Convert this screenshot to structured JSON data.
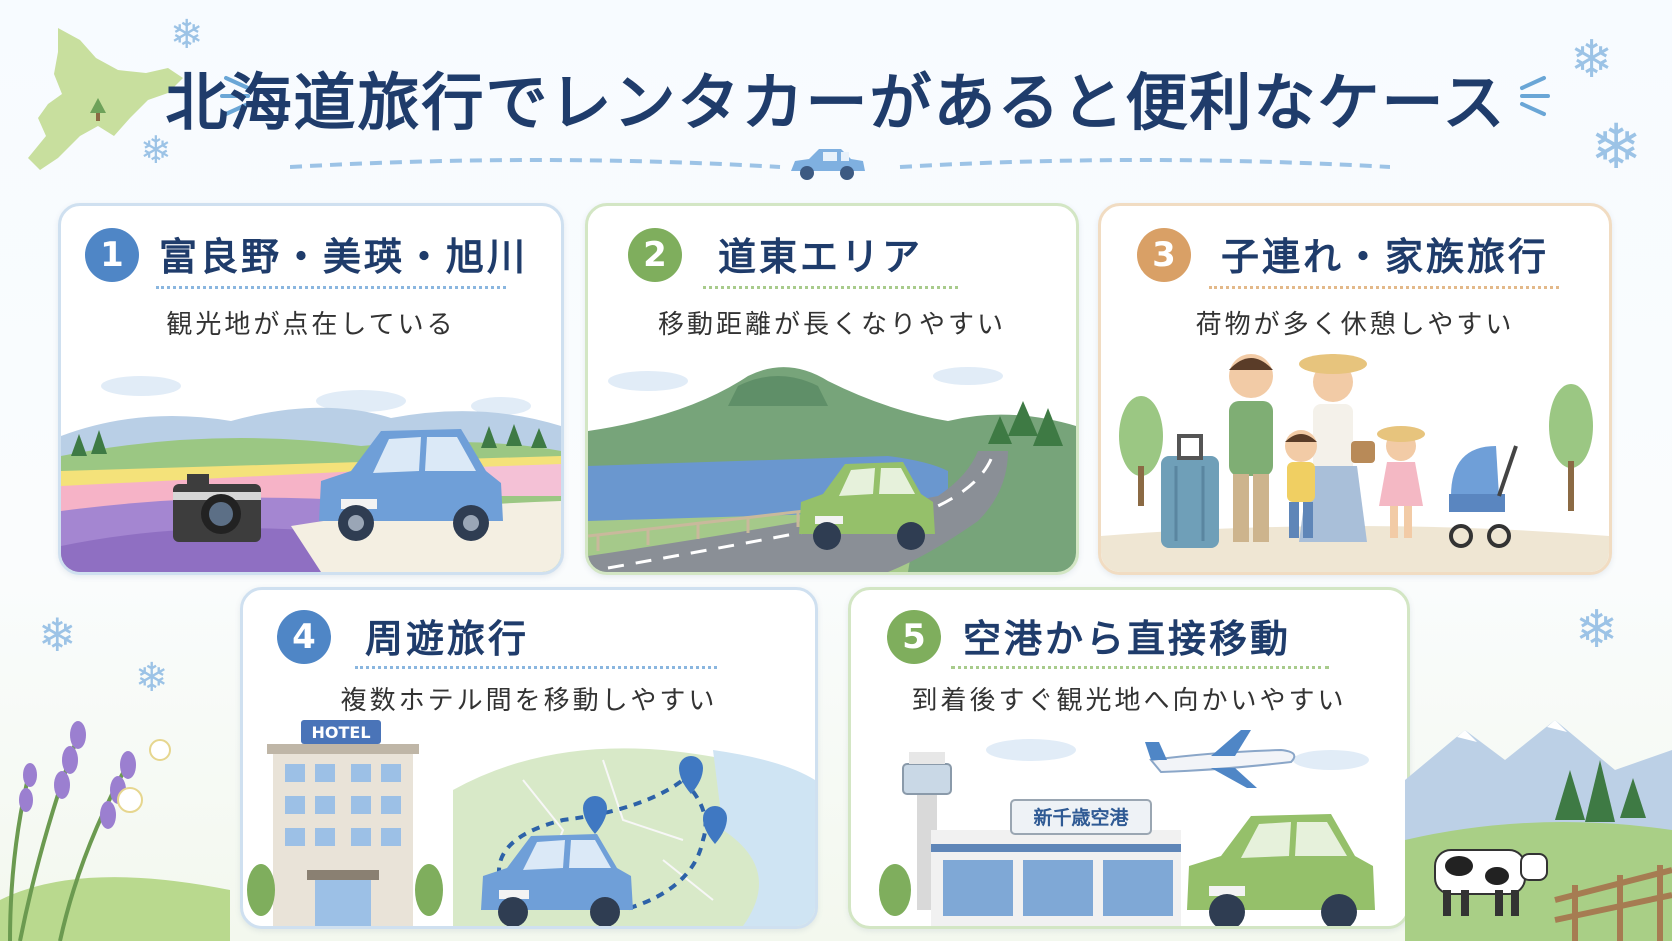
{
  "title": "北海道旅行でレンタカーがあると便利なケース",
  "colors": {
    "navy": "#1f3c6b",
    "blue_badge": "#4f86c6",
    "green_badge": "#7fae5d",
    "orange_badge": "#d9a066"
  },
  "cards": [
    {
      "num": "1",
      "title": "富良野・美瑛・旭川",
      "subtitle": "観光地が点在している"
    },
    {
      "num": "2",
      "title": "道東エリア",
      "subtitle": "移動距離が長くなりやすい"
    },
    {
      "num": "3",
      "title": "子連れ・家族旅行",
      "subtitle": "荷物が多く休憩しやすい"
    },
    {
      "num": "4",
      "title": "周遊旅行",
      "subtitle": "複数ホテル間を移動しやすい"
    },
    {
      "num": "5",
      "title": "空港から直接移動",
      "subtitle": "到着後すぐ観光地へ向かいやすい"
    }
  ],
  "labels": {
    "hotel": "HOTEL",
    "airport": "新千歳空港"
  }
}
